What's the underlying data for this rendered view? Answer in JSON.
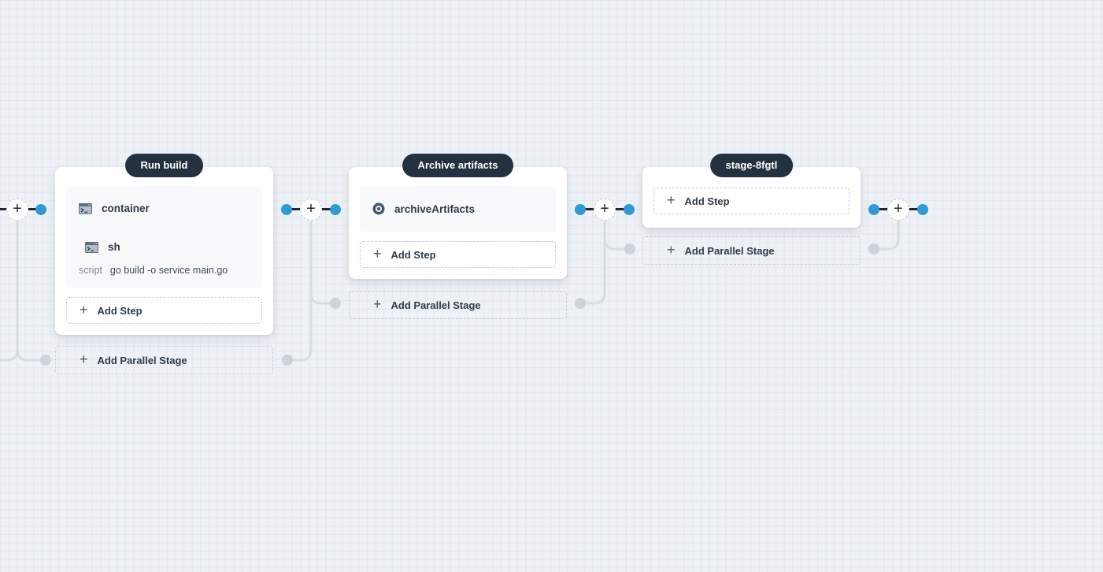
{
  "glyphs": {
    "plus": "+"
  },
  "colors": {
    "background": "#eef1f6",
    "grid_line": "#e3e9f0",
    "stage_pill_bg": "#243140",
    "stage_pill_text": "#ffffff",
    "card_bg": "#ffffff",
    "step_area_bg": "#f7f9fb",
    "accent_blue": "#2e9bd4",
    "connector_dark": "#21272d",
    "connector_gray": "#d7dce3",
    "dot_gray": "#ccd3db",
    "text_dark": "#2e3c49",
    "text_gray": "#7b8794"
  },
  "stages": [
    {
      "name": "Run build",
      "steps": {
        "container_label": "container",
        "sh_label": "sh",
        "script_key": "script",
        "script_value": "go build -o service main.go"
      },
      "add_step_label": "Add Step",
      "add_parallel_label": "Add Parallel Stage"
    },
    {
      "name": "Archive artifacts",
      "steps": {
        "archive_label": "archiveArtifacts"
      },
      "add_step_label": "Add Step",
      "add_parallel_label": "Add Parallel Stage"
    },
    {
      "name": "stage-8fgtl",
      "steps": {},
      "add_step_label": "Add Step",
      "add_parallel_label": "Add Parallel Stage"
    }
  ]
}
